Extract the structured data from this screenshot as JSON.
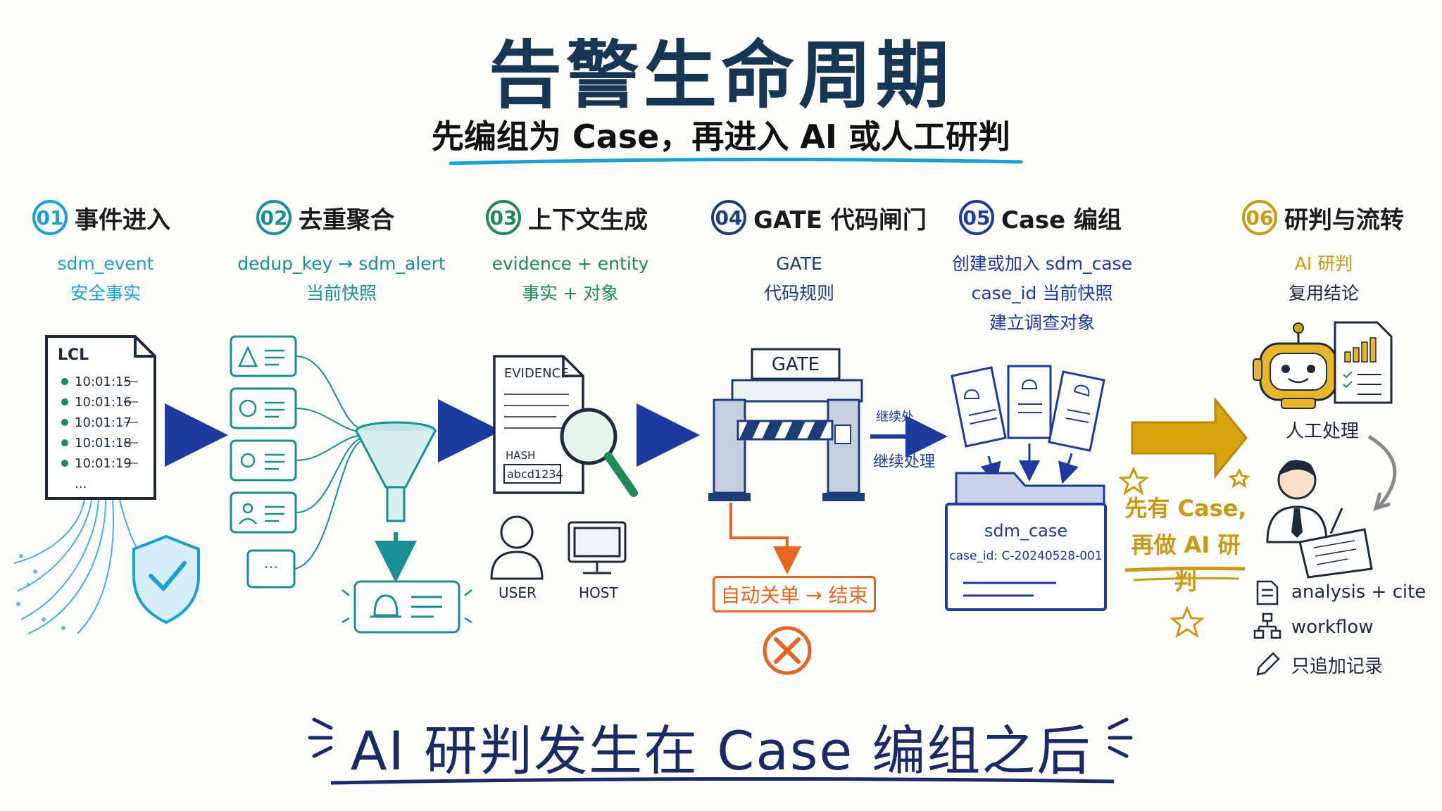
{
  "header": {
    "title": "告警生命周期",
    "subtitle": "先编组为 Case，再进入 AI 或人工研判"
  },
  "steps": [
    {
      "num": "01",
      "title": "事件进入",
      "lines": [
        "sdm_event",
        "安全事实"
      ]
    },
    {
      "num": "02",
      "title": "去重聚合",
      "lines": [
        "dedup_key → sdm_alert",
        "当前快照"
      ]
    },
    {
      "num": "03",
      "title": "上下文生成",
      "lines": [
        "evidence + entity",
        "事实 + 对象"
      ]
    },
    {
      "num": "04",
      "title": "GATE 代码闸门",
      "lines": [
        "GATE",
        "代码规则"
      ]
    },
    {
      "num": "05",
      "title": "Case 编组",
      "lines": [
        "创建或加入 sdm_case",
        "case_id 当前快照",
        "建立调查对象"
      ]
    },
    {
      "num": "06",
      "title": "研判与流转",
      "lines": [
        "AI 研判",
        "复用结论"
      ]
    }
  ],
  "step1": {
    "doc_label": "LCL",
    "times": [
      "10:01:15",
      "10:01:16",
      "10:01:17",
      "10:01:18",
      "10:01:19"
    ],
    "ellipsis": "..."
  },
  "step2": {
    "more": "..."
  },
  "step3": {
    "doc_title": "EVIDENCE",
    "hash_label": "HASH",
    "hash_value": "abcd1234",
    "user_label": "USER",
    "host_label": "HOST"
  },
  "step4": {
    "gate_sign": "GATE",
    "continue_top": "继续处",
    "continue_bottom": "继续处理",
    "auto_close": "自动关单 → 结束"
  },
  "step5": {
    "folder_label": "sdm_case",
    "case_id": "case_id: C-20240528-001"
  },
  "step6": {
    "slogan_line1": "先有 Case,",
    "slogan_line2": "再做 AI 研判",
    "manual": "人工处理",
    "items": [
      "analysis + cite",
      "workflow",
      "只追加记录"
    ]
  },
  "footer": {
    "text": "AI 研判发生在 Case 编组之后"
  },
  "colors": {
    "step1": "#1a9fd6",
    "step2": "#178f94",
    "step3": "#1f8a55",
    "step4": "#1b3d7a",
    "step5": "#1d3a9e",
    "step6": "#cc9a12",
    "navy": "#1e2a3a",
    "orange": "#e8651f"
  }
}
